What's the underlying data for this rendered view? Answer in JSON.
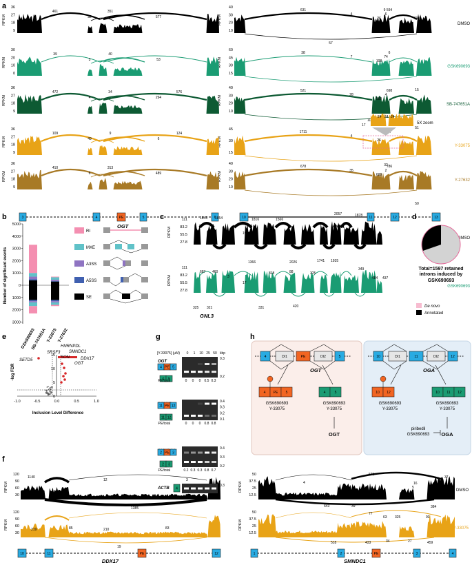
{
  "panels": {
    "a": "a",
    "b": "b",
    "c": "c",
    "d": "d",
    "e": "e",
    "f": "f",
    "g": "g",
    "h": "h"
  },
  "axis": {
    "rpkm": "RPKM"
  },
  "a": {
    "ogt_ticks": [
      [
        "36",
        "27",
        "18",
        "9"
      ],
      [
        "30",
        "20",
        "10",
        "0"
      ],
      [
        "36",
        "27",
        "18",
        "9"
      ],
      [
        "36",
        "27",
        "18",
        "9"
      ],
      [
        "36",
        "27",
        "18",
        "9"
      ]
    ],
    "oga_ticks": [
      [
        "40",
        "30",
        "20",
        "10"
      ],
      [
        "60",
        "45",
        "30",
        "15"
      ],
      [
        "40",
        "30",
        "20",
        "10"
      ],
      [
        "45",
        "30",
        "15"
      ],
      [
        "40",
        "30",
        "20",
        "10"
      ]
    ],
    "row_labels": [
      "DMSO",
      "GSK690693",
      "SB-747651A",
      "Y-33075",
      "Y-27632"
    ],
    "row_colors": [
      "#000000",
      "#1a9c73",
      "#0d5a33",
      "#e8a317",
      "#a87a26"
    ],
    "ogt_arc_labels": [
      [
        "461",
        "32",
        "351",
        "577"
      ],
      [
        "39",
        "3",
        "40",
        "53"
      ],
      [
        "472",
        "4",
        "34",
        "294",
        "576"
      ],
      [
        "109",
        "49",
        "9",
        "6",
        "124"
      ],
      [
        "410",
        "6",
        "313",
        "489"
      ]
    ],
    "oga_arc_labels": [
      [
        "631",
        "4",
        "26",
        "594",
        "6",
        "793",
        "9",
        "57"
      ],
      [
        "38",
        "7",
        "108",
        "6",
        "74",
        "15"
      ],
      [
        "521",
        "28",
        "560",
        "698",
        "4",
        "51"
      ],
      [
        "1711",
        "4",
        "26",
        "37",
        "32"
      ],
      [
        "678",
        "35",
        "600",
        "786",
        "2",
        "50"
      ]
    ],
    "zoom": {
      "label": "5X zoom",
      "nums": [
        "17",
        "11",
        "24",
        "24",
        "24"
      ]
    },
    "gene_ogt": {
      "name": "OGT",
      "exons": [
        "3",
        "4",
        "PE",
        "5",
        "6"
      ]
    },
    "gene_oga": {
      "name": "OGA",
      "exons": [
        "10",
        "11",
        "12",
        "13"
      ]
    }
  },
  "b": {
    "ylabel": "Number of significant events",
    "yticks": [
      "5000",
      "4000",
      "3000",
      "2000",
      "1000",
      "0",
      "1000",
      "2000",
      "3000"
    ],
    "categories": [
      "GSK690693",
      "SB-747651A",
      "Y-33075",
      "Y-27632"
    ],
    "legend": [
      {
        "name": "RI",
        "color": "#f48fb1"
      },
      {
        "name": "MXE",
        "color": "#60c2c8"
      },
      {
        "name": "A3SS",
        "color": "#8f74c2"
      },
      {
        "name": "A5SS",
        "color": "#4060b0"
      },
      {
        "name": "SE",
        "color": "#000000"
      }
    ]
  },
  "c": {
    "ticks": [
      "111",
      "83.2",
      "55.5",
      "27.8"
    ],
    "dmso_arc_labels": [
      "1843",
      "1854",
      "1816",
      "1566",
      "2057",
      "1878",
      "19",
      "1366",
      "2026",
      "1741",
      "1935"
    ],
    "gsk_arc_labels": [
      "687",
      "460",
      "3",
      "17",
      "318",
      "88",
      "325",
      "349",
      "484",
      "437",
      "325",
      "321",
      "331",
      "420"
    ],
    "gene": "GNL3",
    "rows": [
      "DMSO",
      "GSK690693"
    ]
  },
  "d": {
    "caption": "Total=1597 retained introns induced by GSK690693",
    "legend": [
      {
        "name": "De novo",
        "color": "#f7bcd0"
      },
      {
        "name": "Annotated",
        "color": "#000000"
      }
    ]
  },
  "e": {
    "ylabel": "-log FDR",
    "xlabel": "Inclusion Level Difference",
    "xticks": [
      "-1.0",
      "-0.5",
      "0.0",
      "0.5",
      "1.0"
    ],
    "yticks": [
      "15",
      "10",
      "5",
      "0"
    ],
    "genes": [
      "SETD5",
      "SRSF3",
      "HNRNPDL",
      "SMNDC1",
      "SON",
      "DDX17",
      "OGT"
    ]
  },
  "f": {
    "ddx17_ticks": [
      [
        "120",
        "90",
        "60",
        "30"
      ],
      [
        "120",
        "90",
        "60",
        "30"
      ]
    ],
    "smndc1_ticks": [
      [
        "50",
        "37.5",
        "25",
        "12.5"
      ],
      [
        "50",
        "37.5",
        "25",
        "12.5"
      ]
    ],
    "ddx17_arc_labels": [
      [
        "1140",
        "12",
        "3",
        "1385"
      ],
      [
        "219",
        "85",
        "210",
        "83",
        "19"
      ]
    ],
    "smndc1_arc_labels": [
      [
        "4",
        "571",
        "16",
        "5",
        "37",
        "643",
        "39",
        "384"
      ],
      [
        "77",
        "63",
        "325",
        "93",
        "518",
        "433",
        "34",
        "27",
        "459"
      ]
    ],
    "rows": [
      "DMSO",
      "Y-33075"
    ],
    "gene_ddx17": {
      "name": "DDX17",
      "exons": [
        "10",
        "11",
        "PE",
        "12"
      ]
    },
    "gene_smndc1": {
      "name": "SMNDC1",
      "exons": [
        "1",
        "2",
        "PE",
        "3",
        "4"
      ]
    }
  },
  "g": {
    "dose_label": "[Y-33075] (μM)",
    "doses": [
      "0",
      "1",
      "10",
      "25",
      "50"
    ],
    "kbp": "kbp",
    "genes": [
      {
        "name": "OGT",
        "top": [
          "4",
          "PE",
          "5"
        ],
        "bottom": [
          "4",
          "5"
        ],
        "sizes": [
          "0.3",
          "0.2"
        ],
        "pe_label": "PE/total",
        "pe": [
          "0",
          "0",
          "0",
          "0.5",
          "0.3"
        ]
      },
      {
        "name": "DDX17",
        "top": [
          "11",
          "PE",
          "12"
        ],
        "bottom": [
          "11",
          "12"
        ],
        "sizes": [
          "0.4",
          "0.3",
          "0.2",
          "0.1"
        ],
        "pe_label": "PE/total",
        "pe": [
          "0",
          "0",
          "0",
          "0.8",
          "0.8"
        ]
      },
      {
        "name": "SMNDC1",
        "top": [
          "2",
          "PE",
          "3"
        ],
        "bottom": [
          "2",
          "3"
        ],
        "sizes": [
          "0.4",
          "0.3",
          "0.2"
        ],
        "pe_label": "PE/total",
        "pe": [
          "0.2",
          "0.3",
          "0.3",
          "0.8",
          "0.7"
        ]
      },
      {
        "name": "ACTB",
        "top": [
          "4"
        ],
        "bottom": [],
        "sizes": [
          "0.3"
        ],
        "pe_label": "",
        "pe": []
      }
    ]
  },
  "h": {
    "left": {
      "exons": [
        "4",
        "DI1",
        "PE",
        "DI2",
        "5"
      ],
      "gene": "OGT",
      "iso1": [
        "4",
        "PE",
        "5"
      ],
      "iso2": [
        "4",
        "5"
      ],
      "d1": [
        "GSK690693",
        "Y-33075"
      ],
      "d2": [
        "GSK690693",
        "Y-33075"
      ],
      "product": "OGT"
    },
    "right": {
      "exons": [
        "10",
        "DI1",
        "11",
        "DI2",
        "12"
      ],
      "gene": "OGA",
      "iso1": [
        "10",
        "12"
      ],
      "iso2": [
        "10",
        "11",
        "12"
      ],
      "d1": [
        "GSK690693",
        "Y-33075"
      ],
      "d2": [
        "GSK690693",
        "Y-33075"
      ],
      "inhib": [
        "piribedil",
        "GSK690693"
      ],
      "product": "OGA"
    }
  }
}
